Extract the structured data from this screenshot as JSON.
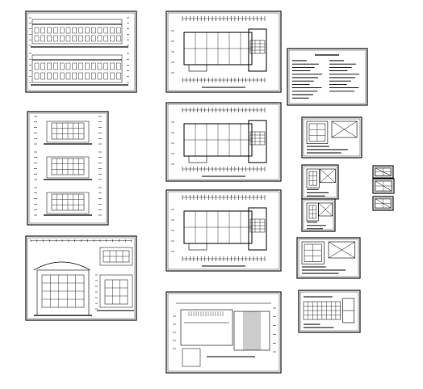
{
  "viewer": {
    "background": "#ffffff",
    "line_color": "#000000",
    "annotation_color": "#1a1a1a"
  },
  "sheets": [
    {
      "id": "elevations-sheet",
      "kind": "elevations"
    },
    {
      "id": "sections-sheet",
      "kind": "sections"
    },
    {
      "id": "detail-elevation-sheet",
      "kind": "detail-elevation"
    },
    {
      "id": "floor-plan-1-sheet",
      "kind": "plan"
    },
    {
      "id": "floor-plan-2-sheet",
      "kind": "plan"
    },
    {
      "id": "floor-plan-3-sheet",
      "kind": "plan"
    },
    {
      "id": "roof-plan-sheet",
      "kind": "roof-plan"
    },
    {
      "id": "design-notes-sheet",
      "kind": "notes"
    },
    {
      "id": "stair-detail-sheet",
      "kind": "detail"
    },
    {
      "id": "node-detail-sheet",
      "kind": "detail"
    },
    {
      "id": "wall-detail-sheet",
      "kind": "detail"
    },
    {
      "id": "structure-detail-sheet",
      "kind": "detail"
    },
    {
      "id": "door-window-sheet",
      "kind": "schedule"
    },
    {
      "id": "small-detail-1-sheet",
      "kind": "mini"
    },
    {
      "id": "small-detail-2-sheet",
      "kind": "mini"
    },
    {
      "id": "small-detail-3-sheet",
      "kind": "mini"
    }
  ]
}
